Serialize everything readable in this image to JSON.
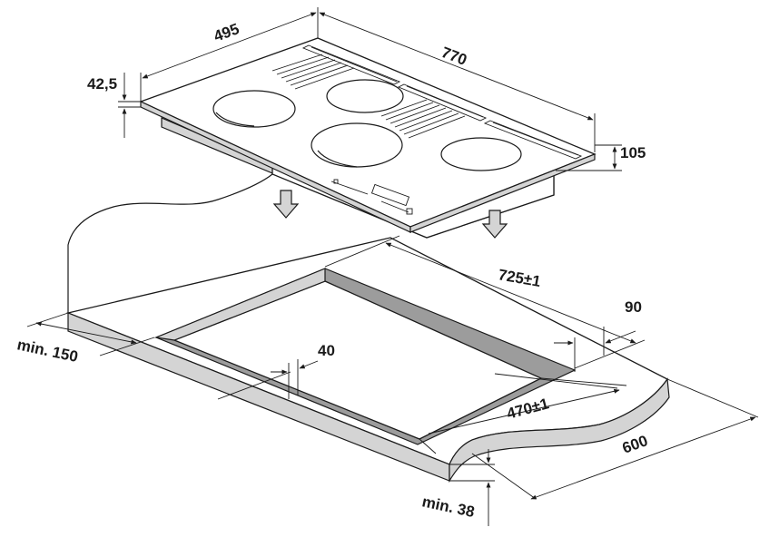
{
  "dimensions": {
    "hob_depth": "495",
    "hob_width": "770",
    "glass_thickness": "42,5",
    "hob_height": "105",
    "cutout_width": "725±1",
    "cutout_depth": "470±1",
    "rear_clearance": "90",
    "front_clearance": "40",
    "side_clearance": "min. 150",
    "worktop_depth": "600",
    "worktop_thickness": "min. 38"
  },
  "colors": {
    "line": "#1a1a1a",
    "worktop_edge": "#d4d4d4",
    "cutout_rim": "#9c9c9c"
  }
}
